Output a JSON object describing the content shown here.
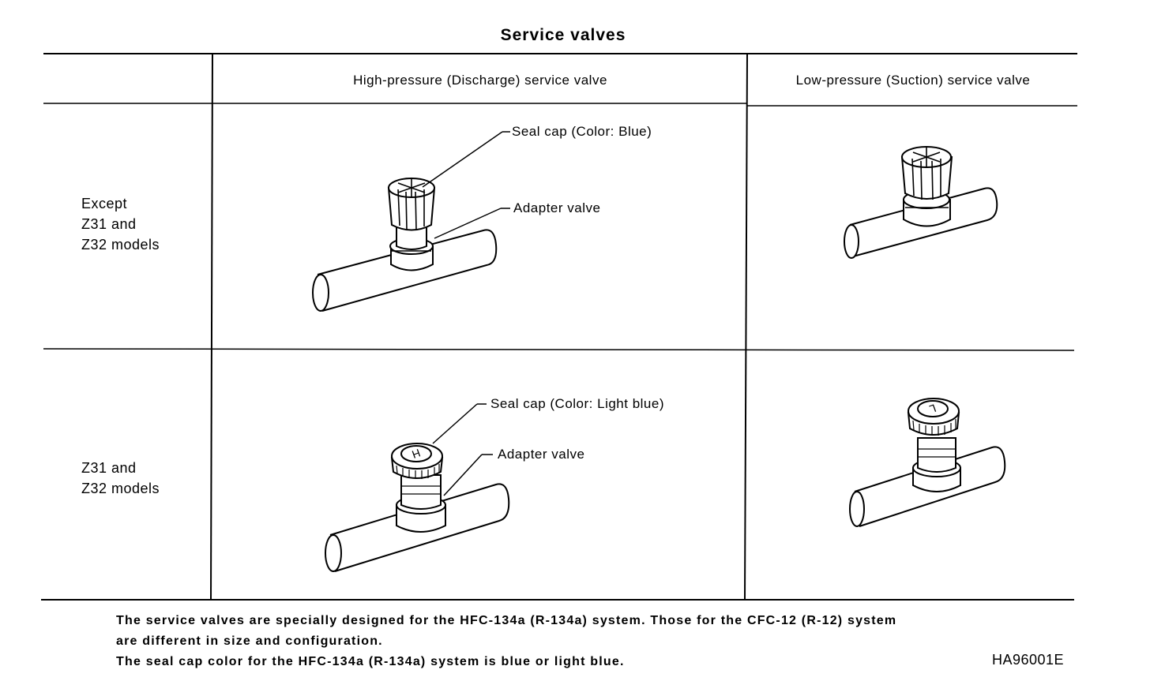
{
  "title": "Service valves",
  "columns": {
    "high": "High-pressure (Discharge) service valve",
    "low": "Low-pressure (Suction) service valve"
  },
  "rows": [
    {
      "label_lines": [
        "Except",
        "Z31 and",
        "Z32 models"
      ],
      "callouts": {
        "seal_cap": "Seal cap (Color: Blue)",
        "adapter": "Adapter valve"
      }
    },
    {
      "label_lines": [
        "Z31 and",
        "Z32 models"
      ],
      "callouts": {
        "seal_cap": "Seal cap (Color: Light blue)",
        "adapter": "Adapter valve"
      },
      "cap_letters": {
        "high": "H",
        "low": "L"
      }
    }
  ],
  "notes": {
    "line1": "The service valves are specially designed for the HFC-134a (R-134a) system. Those for the CFC-12 (R-12) system",
    "line2": "are different in size and configuration.",
    "line3": "The seal cap color for the HFC-134a (R-134a) system is blue or light blue."
  },
  "figure_code": "HA96001E"
}
